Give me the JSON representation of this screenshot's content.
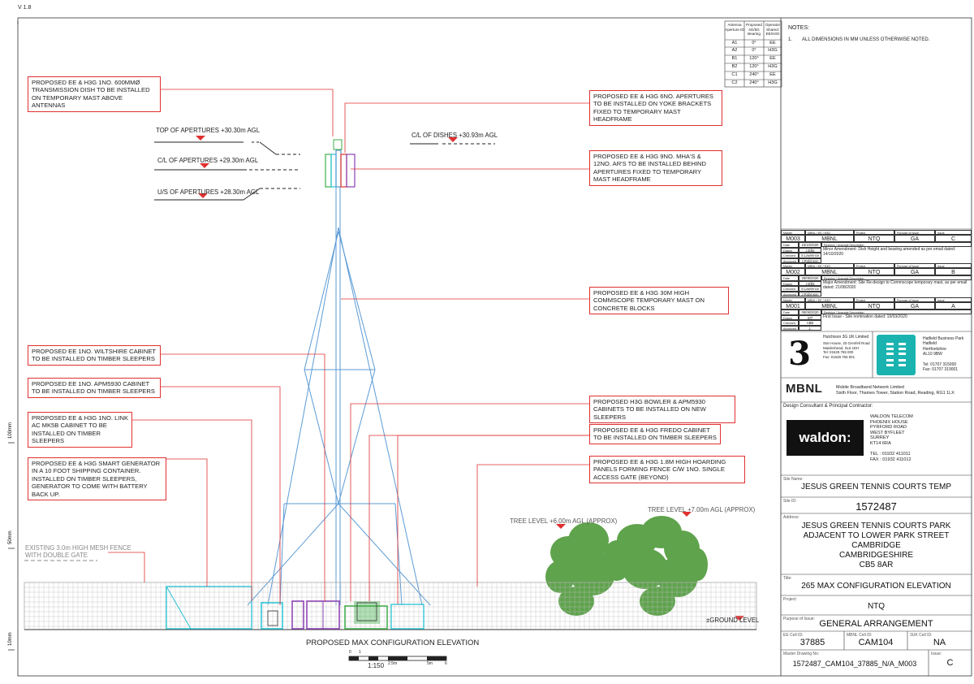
{
  "version": "V 1.8",
  "drawing_title": "PROPOSED MAX CONFIGURATION ELEVATION",
  "scale": {
    "label": "1:150",
    "ticks": [
      "0",
      "1",
      "2.5m",
      "5m",
      "6"
    ]
  },
  "side_marks": [
    "100mm",
    "50mm",
    "10mm"
  ],
  "levels": {
    "top_apertures": "TOP OF APERTURES +30.30m AGL",
    "cl_apertures": "C/L OF APERTURES +29.30m AGL",
    "us_apertures": "U/S OF APERTURES +28.30m AGL",
    "cl_dishes": "C/L OF DISHES +30.93m AGL",
    "tree1": "TREE LEVEL +6.00m AGL (APPROX)",
    "tree2": "TREE LEVEL +7.00m AGL (APPROX)",
    "ground": "±GROUND LEVEL",
    "fence": "EXISTING 3.0m HIGH MESH FENCE WITH DOUBLE GATE"
  },
  "callouts": {
    "dish": "PROPOSED EE & H3G 1NO. 600MMØ TRANSMISSION DISH TO BE INSTALLED ON TEMPORARY MAST ABOVE ANTENNAS",
    "apertures": "PROPOSED EE & H3G 6NO. APERTURES TO BE INSTALLED ON YOKE BRACKETS FIXED TO TEMPORARY MAST HEADFRAME",
    "mha": "PROPOSED EE & H3G 9NO. MHA'S & 12NO. AR'S TO BE INSTALLED BEHIND APERTURES FIXED TO TEMPORARY MAST HEADFRAME",
    "mast": "PROPOSED EE & H3G 30M HIGH COMMSCOPE TEMPORARY MAST ON CONCRETE BLOCKS",
    "wiltshire": "PROPOSED EE 1NO. WILTSHIRE CABINET TO BE INSTALLED ON TIMBER SLEEPERS",
    "apm": "PROPOSED EE 1NO. APM5930 CABINET TO BE INSTALLED ON TIMBER SLEEPERS",
    "link": "PROPOSED EE & H3G 1NO. LINK AC MK5B CABINET TO BE INSTALLED ON TIMBER SLEEPERS",
    "generator": "PROPOSED EE & H3G SMART GENERATOR IN A 10 FOOT SHIPPING CONTAINER. INSTALLED ON TIMBER SLEEPERS, GENERATOR TO COME WITH BATTERY BACK UP.",
    "bowler": "PROPOSED H3G BOWLER & APM5930 CABINETS TO BE INSTALLED ON NEW SLEEPERS",
    "fredo": "PROPOSED EE & H3G FREDO CABINET TO BE INSTALLED ON TIMBER SLEEPERS",
    "hoarding": "PROPOSED EE & H3G 1.8m HIGH HOARDING PANELS FORMING FENCE C/W 1No. SINGLE ACCESS GATE (BEYOND)"
  },
  "antenna_table": {
    "headers": [
      "Antenna Aperture ID",
      "Proposed 4G/5G Bearing",
      "Operator Shared: EE/H3G"
    ],
    "rows": [
      [
        "A1",
        "0°",
        "EE"
      ],
      [
        "A2",
        "0°",
        "H3G"
      ],
      [
        "B1",
        "120°",
        "EE"
      ],
      [
        "B2",
        "120°",
        "H3G"
      ],
      [
        "C1",
        "240°",
        "EE"
      ],
      [
        "C2",
        "240°",
        "H3G"
      ]
    ]
  },
  "notes": {
    "title": "NOTES:",
    "items": [
      "1.",
      "ALL DIMENSIONS IN MM UNLESS OTHERWISE NOTED."
    ]
  },
  "revisions": [
    {
      "master": "M003",
      "mbnl": "MBNL",
      "project": "NTQ",
      "purpose": "GA",
      "issue": "C",
      "date": "15/10/2020",
      "drawn": "J.Ellis",
      "checked": "S.Lawrence",
      "approved": "J.Robinson",
      "description": "Minor Amendment: Dish Height and bearing amended as per email dated: 14/10/2020"
    },
    {
      "master": "M002",
      "mbnl": "MBNL",
      "project": "NTQ",
      "purpose": "GA",
      "issue": "B",
      "date": "28/09/2020",
      "drawn": "J.Ellis",
      "checked": "S.Lawrence",
      "approved": "J.Robinson",
      "description": "Major Amendment: Site Re-design to Commscope temporary mast, as per email dated: 21/08/2020"
    },
    {
      "master": "M001",
      "mbnl": "MBNL",
      "project": "NTQ",
      "purpose": "GA",
      "issue": "A",
      "date": "08/06/2020",
      "drawn": "SIT",
      "checked": "ABB",
      "approved": "J. Robinson",
      "description": "First Issue - Site nomination dated: 19/03/2020"
    }
  ],
  "rev_labels": {
    "master": "Master",
    "mbnl": "MBNL / EE / H3G",
    "project": "Project",
    "purpose": "Purpose of Issue",
    "issue": "Issue",
    "date": "Date",
    "drawn": "Drawn",
    "checked": "Checked",
    "approved": "Approved",
    "desc": "Revision / Upgrade Description"
  },
  "h3g": {
    "name": "Hutchison 3G UK Limited",
    "lines": [
      "Star House, 20 Grenfell Road",
      "Maidenhead, SL6 1EH",
      "Tel: 01628 765 000",
      "Fax: 01628 765 001"
    ]
  },
  "ee": {
    "lines": [
      "Hatfield Business Park",
      "Hatfield",
      "Hertfordshire",
      "AL10 9BW",
      "",
      "Tel: 01707 315000",
      "Fax: 01707 319001"
    ]
  },
  "mbnl_block": {
    "logo": "MBNL",
    "name": "Mobile Broadband Network Limited",
    "address": "Sixth Floor, Thames Tower, Station Road, Reading, RG1 1LX"
  },
  "consultant": {
    "label": "Design Consultant & Principal Contractor:",
    "logo": "waldon:",
    "lines": [
      "WALDON TELECOM",
      "PHOENIX HOUSE",
      "PYRFORD ROAD",
      "WEST BYFLEET",
      "SURREY",
      "KT14 6RA",
      "",
      "TEL : 01932 411011",
      "FAX : 01932 411012"
    ]
  },
  "site_name": {
    "label": "Site Name:",
    "value": "JESUS GREEN TENNIS COURTS TEMP"
  },
  "site_id": {
    "label": "Site ID:",
    "value": "1572487"
  },
  "address": {
    "label": "Address:",
    "lines": [
      "JESUS GREEN TENNIS COURTS PARK",
      "ADJACENT TO LOWER PARK STREET",
      "CAMBRIDGE",
      "CAMBRIDGESHIRE",
      "CB5 8AR"
    ]
  },
  "title": {
    "label": "Title:",
    "value": "265 MAX CONFIGURATION ELEVATION"
  },
  "project": {
    "label": "Project:",
    "value": "NTQ"
  },
  "purpose": {
    "label": "Purpose of Issue:",
    "value": "GENERAL ARRANGEMENT"
  },
  "ids": [
    {
      "label": "EE Cell ID:",
      "value": "37885"
    },
    {
      "label": "MBNL Cell ID:",
      "value": "CAM104"
    },
    {
      "label": "3UK Cell ID:",
      "value": "NA"
    }
  ],
  "master_drawing": {
    "label": "Master Drawing No:",
    "value": "1572487_CAM104_37885_N/A_M003",
    "issue_label": "Issue:",
    "issue": "C"
  },
  "colors": {
    "red": "#e03030",
    "mast": "#5b9bd5",
    "tree": "#4e9a3a",
    "cyan": "#27c3d6",
    "purple": "#8a3fb3",
    "green": "#3fae49"
  }
}
